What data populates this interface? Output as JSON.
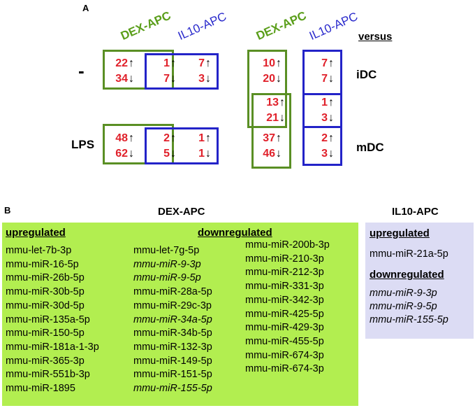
{
  "panelA": {
    "letter": "A",
    "headers": {
      "dex1": "DEX-APC",
      "il1": "IL10-APC",
      "dex2": "DEX-APC",
      "il2": "IL10-APC",
      "versus": "versus"
    },
    "row_labels": {
      "minus": "-",
      "lps": "LPS",
      "idc": "iDC",
      "mdc": "mDC"
    },
    "arrows": {
      "up": "↑",
      "down": "↓"
    },
    "grid": {
      "minus": {
        "dex": [
          "22",
          "34"
        ],
        "overlap": [
          "1",
          "7"
        ],
        "il10": [
          "7",
          "3"
        ],
        "vs_dex": [
          "10",
          "20"
        ],
        "vs_il10": [
          "7",
          "7"
        ]
      },
      "middle": {
        "vs_dex": [
          "13",
          "21"
        ],
        "vs_il10": [
          "1",
          "3"
        ]
      },
      "lps": {
        "dex": [
          "48",
          "62"
        ],
        "overlap": [
          "2",
          "5"
        ],
        "il10": [
          "1",
          "1"
        ],
        "vs_dex": [
          "37",
          "46"
        ],
        "vs_il10": [
          "2",
          "3"
        ]
      }
    },
    "colors": {
      "green": "#5a8f24",
      "blue": "#2323c8",
      "red": "#e0202a"
    }
  },
  "panelB": {
    "letter": "B",
    "dex_title": "DEX-APC",
    "il10_title": "IL10-APC",
    "dex": {
      "up_label": "upregulated",
      "down_label": "downregulated",
      "up": [
        "mmu-let-7b-3p",
        "mmu-miR-16-5p",
        "mmu-miR-26b-5p",
        "mmu-miR-30b-5p",
        "mmu-miR-30d-5p",
        "mmu-miR-135a-5p",
        "mmu-miR-150-5p",
        "mmu-miR-181a-1-3p",
        "mmu-miR-365-3p",
        "mmu-miR-551b-3p",
        "mmu-miR-1895"
      ],
      "down_col1": [
        {
          "t": "mmu-let-7g-5p",
          "i": false
        },
        {
          "t": "mmu-miR-9-3p",
          "i": true
        },
        {
          "t": "mmu-miR-9-5p",
          "i": true
        },
        {
          "t": "mmu-miR-28a-5p",
          "i": false
        },
        {
          "t": "mmu-miR-29c-3p",
          "i": false
        },
        {
          "t": "mmu-miR-34a-5p",
          "i": true
        },
        {
          "t": "mmu-miR-34b-5p",
          "i": false
        },
        {
          "t": "mmu-miR-132-3p",
          "i": false
        },
        {
          "t": "mmu-miR-149-5p",
          "i": false
        },
        {
          "t": "mmu-miR-151-5p",
          "i": false
        },
        {
          "t": "mmu-miR-155-5p",
          "i": true
        }
      ],
      "down_col2": [
        "mmu-miR-200b-3p",
        "mmu-miR-210-3p",
        "mmu-miR-212-3p",
        "mmu-miR-331-3p",
        "mmu-miR-342-3p",
        "mmu-miR-425-5p",
        "mmu-miR-429-3p",
        "mmu-miR-455-5p",
        "mmu-miR-674-3p",
        "mmu-miR-674-3p"
      ]
    },
    "il10": {
      "up_label": "upregulated",
      "down_label": "downregulated",
      "up": [
        "mmu-miR-21a-5p"
      ],
      "down": [
        "mmu-miR-9-3p",
        "mmu-miR-9-5p",
        "mmu-miR-155-5p"
      ]
    },
    "colors": {
      "green_panel": "#b2ee50",
      "blue_panel": "#dcdcf4"
    }
  }
}
